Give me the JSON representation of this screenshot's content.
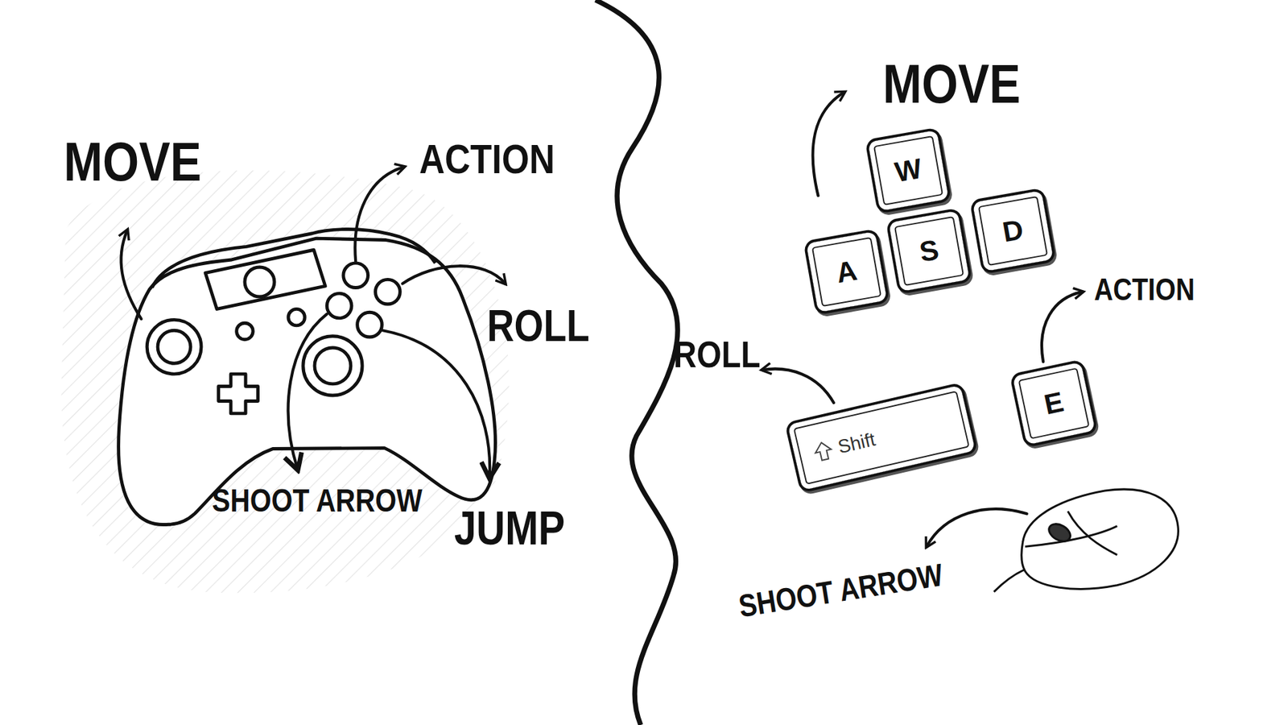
{
  "diagram": {
    "nodes": [
      {
        "text": [
          "W"
        ]
      },
      {
        "text": [
          "A"
        ]
      },
      {
        "text": [
          "S"
        ]
      },
      {
        "text": [
          "D"
        ]
      },
      {
        "text": [
          "Shift"
        ]
      },
      {
        "text": [
          "E"
        ]
      }
    ],
    "labels": [
      "MOVE",
      "ACTION",
      "ROLL",
      "SHOOT ARROW",
      "JUMP",
      "MOVE",
      "ACTION",
      "ROLL",
      "SHOOT ARROW"
    ]
  }
}
